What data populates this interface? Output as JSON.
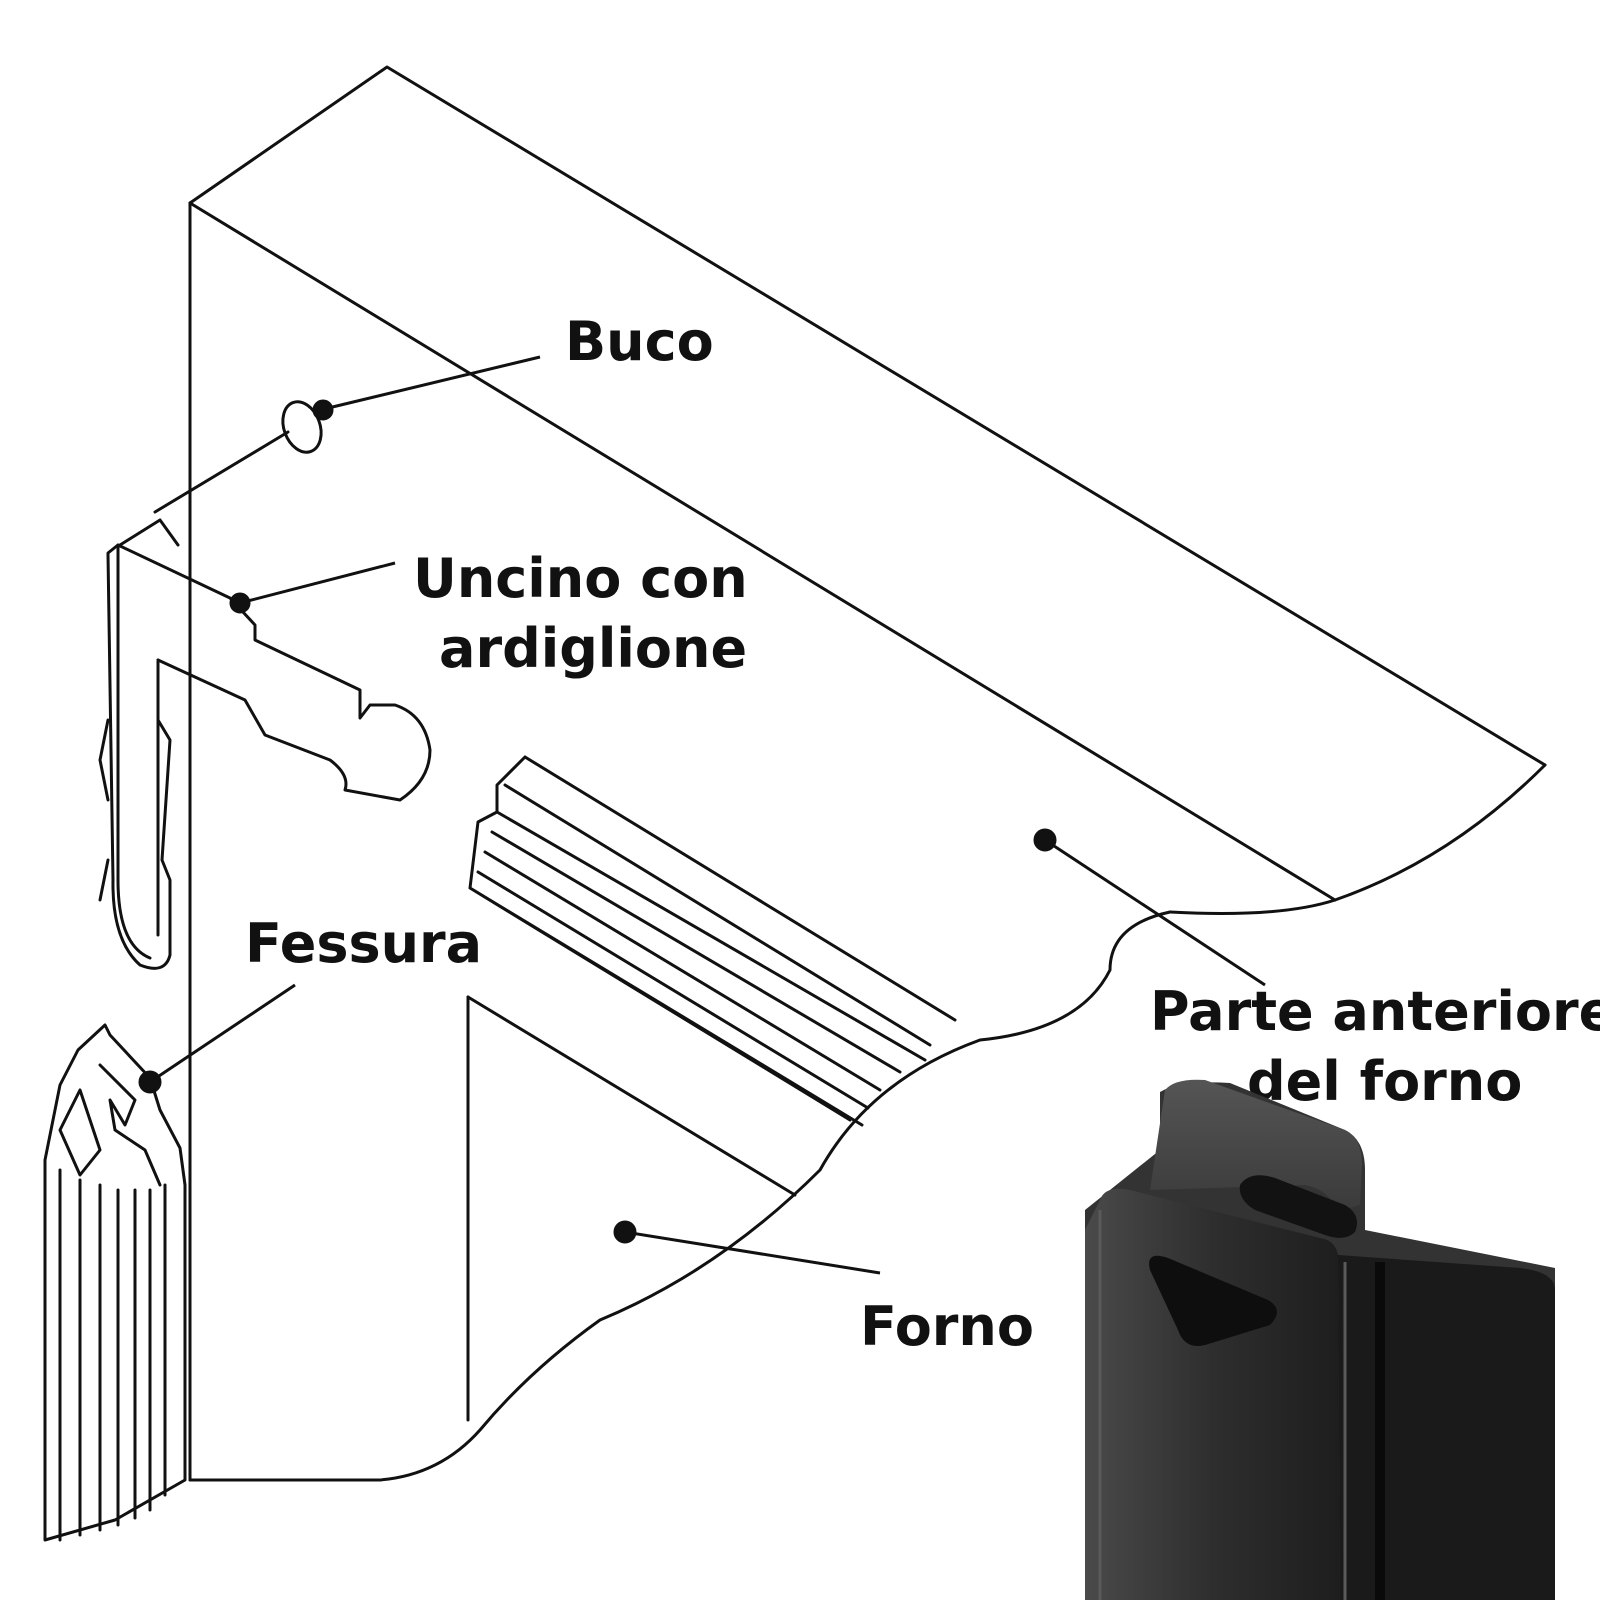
{
  "labels": {
    "buco": "Buco",
    "uncino_line1": "Uncino con",
    "uncino_line2": "ardiglione",
    "fessura": "Fessura",
    "parte_line1": "Parte anteriore",
    "parte_line2": "del forno",
    "forno": "Forno"
  },
  "colors": {
    "line": "#111111",
    "background": "#ffffff",
    "gasket": "#2b2b2b"
  }
}
